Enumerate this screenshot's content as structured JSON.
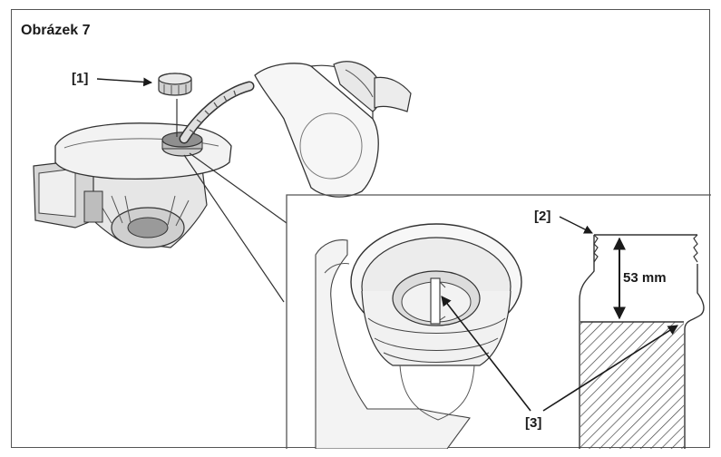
{
  "figure": {
    "title": "Obrázek 7"
  },
  "callouts": {
    "c1": "[1]",
    "c2": "[2]",
    "c3": "[3]"
  },
  "measurement": {
    "label": "53 mm"
  }
}
